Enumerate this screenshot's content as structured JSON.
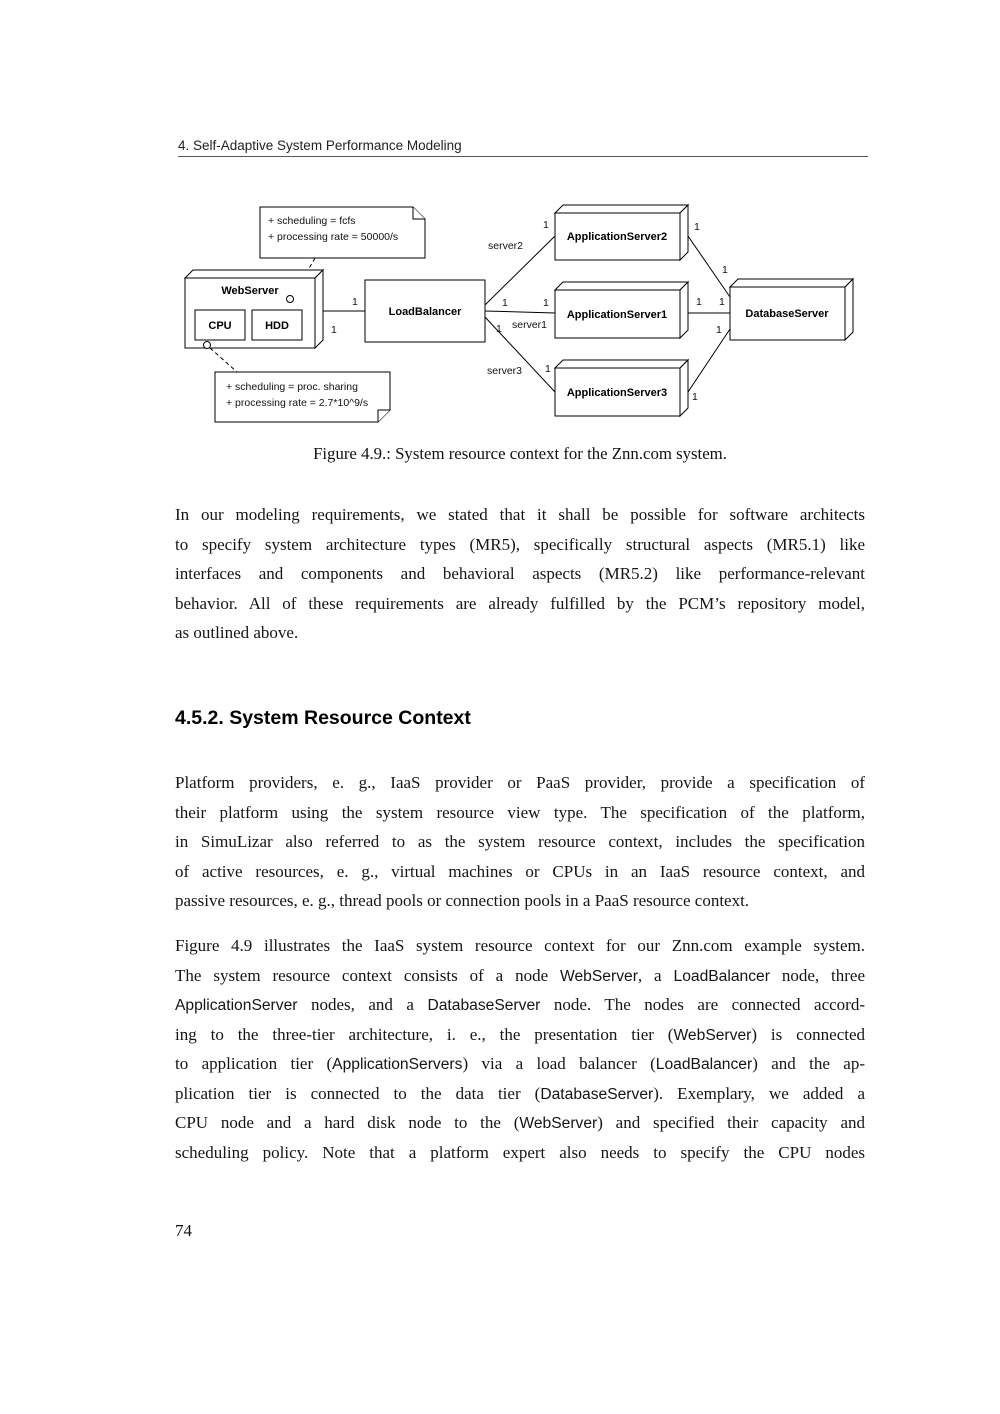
{
  "page": {
    "header": "4. Self-Adaptive System Performance Modeling",
    "page_number": "74"
  },
  "figure": {
    "caption": "Figure 4.9.: System resource context for the Znn.com system.",
    "note_top": {
      "line1": "+ scheduling = fcfs",
      "line2": "+ processing rate = 50000/s"
    },
    "note_bottom": {
      "line1": "+ scheduling = proc. sharing",
      "line2": "+ processing rate = 2.7*10^9/s"
    },
    "nodes": {
      "webserver": "WebServer",
      "cpu": "CPU",
      "hdd": "HDD",
      "loadbalancer": "LoadBalancer",
      "appserver2": "ApplicationServer2",
      "appserver1": "ApplicationServer1",
      "appserver3": "ApplicationServer3",
      "databaseserver": "DatabaseServer"
    },
    "labels": {
      "server1": "server1",
      "server2": "server2",
      "server3": "server3",
      "one": "1"
    }
  },
  "section_heading": "4.5.2. System Resource Context",
  "paragraphs": {
    "p1": {
      "lines": [
        "In our modeling requirements, we stated that it shall be possible for software architects",
        "to specify system architecture types (MR5), specifically structural aspects (MR5.1) like",
        "interfaces and components and behavioral aspects (MR5.2) like performance-relevant",
        "behavior. All of these requirements are already fulfilled by the PCM’s repository model,",
        "as outlined above."
      ]
    },
    "p2": {
      "lines": [
        "Platform providers, e. g., IaaS provider or PaaS provider, provide a specification of",
        "their platform using the system resource view type. The specification of the platform,",
        "in SimuLizar also referred to as the system resource context, includes the specification",
        "of active resources, e. g., virtual machines or CPUs in an IaaS resource context, and",
        "passive resources, e. g., thread pools or connection pools in a PaaS resource context."
      ]
    },
    "p3": {
      "lines": [
        "Figure 4.9 illustrates the IaaS system resource context for our Znn.com example system.",
        "The system resource context consists of a node [[WebServer]], a [[LoadBalancer]] node, three",
        "[[ApplicationServer]] nodes, and a [[DatabaseServer]] node. The nodes are connected accord-",
        "ing to the three-tier architecture, i. e., the presentation tier ([[WebServer]]) is connected",
        "to application tier ([[ApplicationServers]]) via a load balancer ([[LoadBalancer]]) and the ap-",
        "plication tier is connected to the data tier ([[DatabaseServer]]). Exemplary, we added a",
        "CPU node and a hard disk node to the ([[WebServer]]) and specified their capacity and",
        "scheduling policy. Note that a platform expert also needs to specify the CPU nodes"
      ]
    }
  }
}
